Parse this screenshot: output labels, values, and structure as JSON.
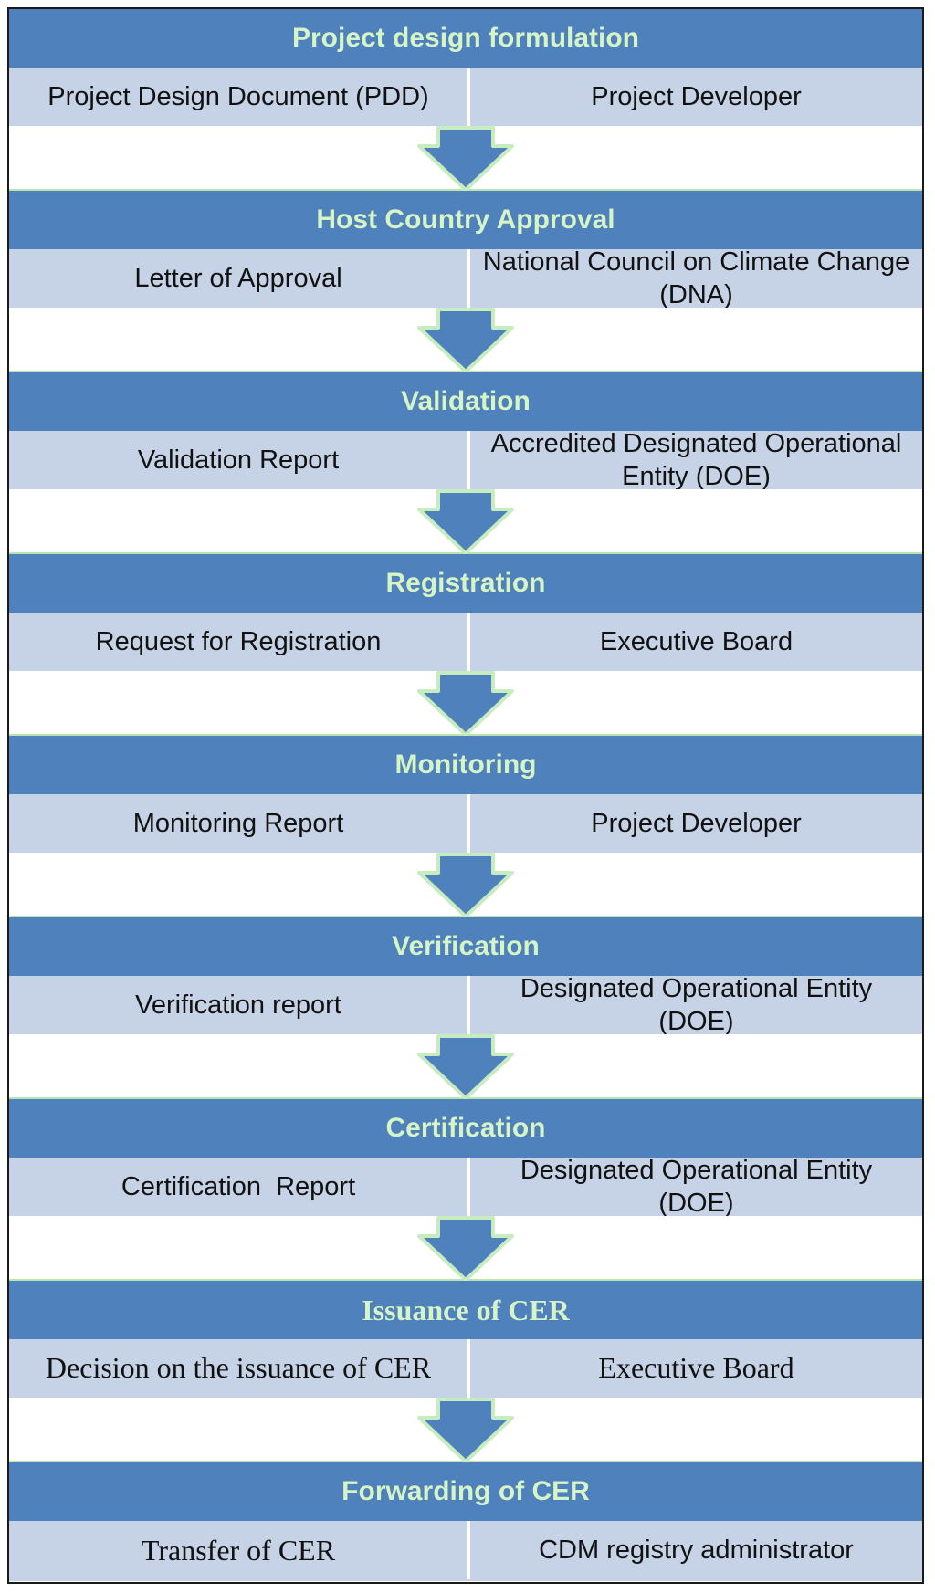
{
  "stages": [
    {
      "header": "Project design formulation",
      "document": "Project Design Document (PDD)",
      "actor": "Project Developer"
    },
    {
      "header": "Host Country Approval",
      "document": "Letter of Approval",
      "actor": "National Council on Climate Change (DNA)"
    },
    {
      "header": "Validation",
      "document": "Validation Report",
      "actor": "Accredited Designated Operational Entity (DOE)"
    },
    {
      "header": "Registration",
      "document": "Request for Registration",
      "actor": "Executive Board"
    },
    {
      "header": "Monitoring",
      "document": "Monitoring Report",
      "actor": "Project Developer"
    },
    {
      "header": "Verification",
      "document": "Verification report",
      "actor": "Designated Operational Entity (DOE)"
    },
    {
      "header": "Certification",
      "document": "Certification  Report",
      "actor": "Designated Operational Entity (DOE)"
    },
    {
      "header": "Issuance of CER",
      "document": "Decision on the issuance of CER",
      "actor": "Executive Board"
    },
    {
      "header": "Forwarding of CER",
      "document": "Transfer of CER",
      "actor": "CDM registry administrator"
    }
  ],
  "colors": {
    "header_bg": "#4f81bd",
    "header_text": "#d5f5c8",
    "row_bg": "#c6d3e7",
    "arrow_fill": "#4f81bd",
    "arrow_outline": "#c7ecc0"
  }
}
